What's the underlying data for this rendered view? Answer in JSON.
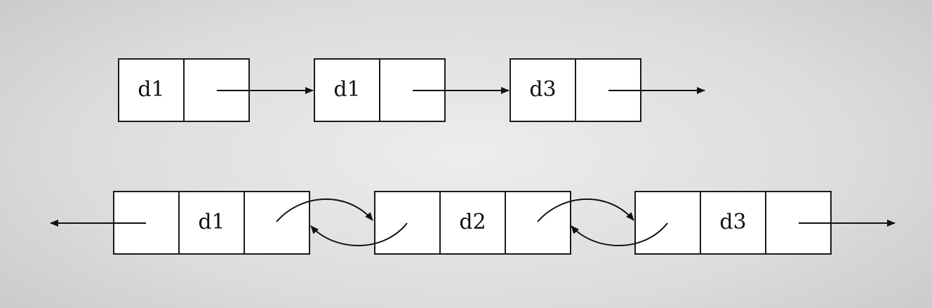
{
  "singly_linked_list": {
    "nodes": [
      {
        "data": "d1"
      },
      {
        "data": "d1"
      },
      {
        "data": "d3"
      }
    ]
  },
  "doubly_linked_list": {
    "nodes": [
      {
        "data": "d1"
      },
      {
        "data": "d2"
      },
      {
        "data": "d3"
      }
    ]
  },
  "colors": {
    "cell_fill": "#ffffff",
    "line": "#111111"
  }
}
